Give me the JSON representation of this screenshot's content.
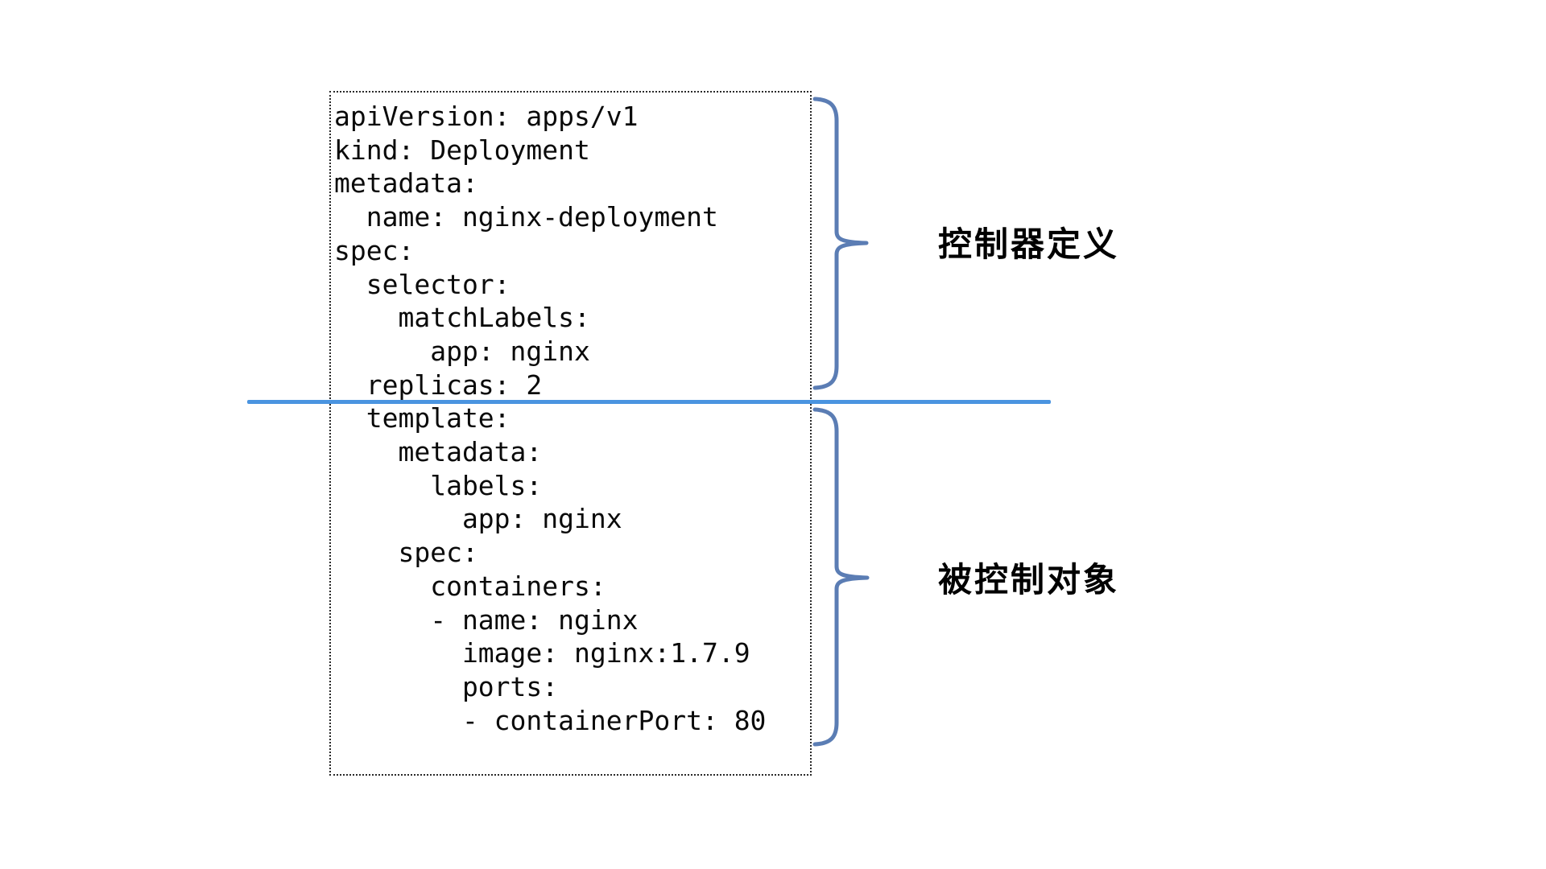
{
  "diagram": {
    "yaml_box": {
      "code": "apiVersion: apps/v1\nkind: Deployment\nmetadata:\n  name: nginx-deployment\nspec:\n  selector:\n    matchLabels:\n      app: nginx\n  replicas: 2\n  template:\n    metadata:\n      labels:\n        app: nginx\n    spec:\n      containers:\n      - name: nginx\n        image: nginx:1.7.9\n        ports:\n        - containerPort: 80"
    },
    "annotations": {
      "controller_label": "控制器定义",
      "controlled_label": "被控制对象"
    },
    "colors": {
      "divider_blue": "#4a94e0",
      "brace_blue": "#5b7db4",
      "code_text": "#0a0a0a"
    }
  }
}
